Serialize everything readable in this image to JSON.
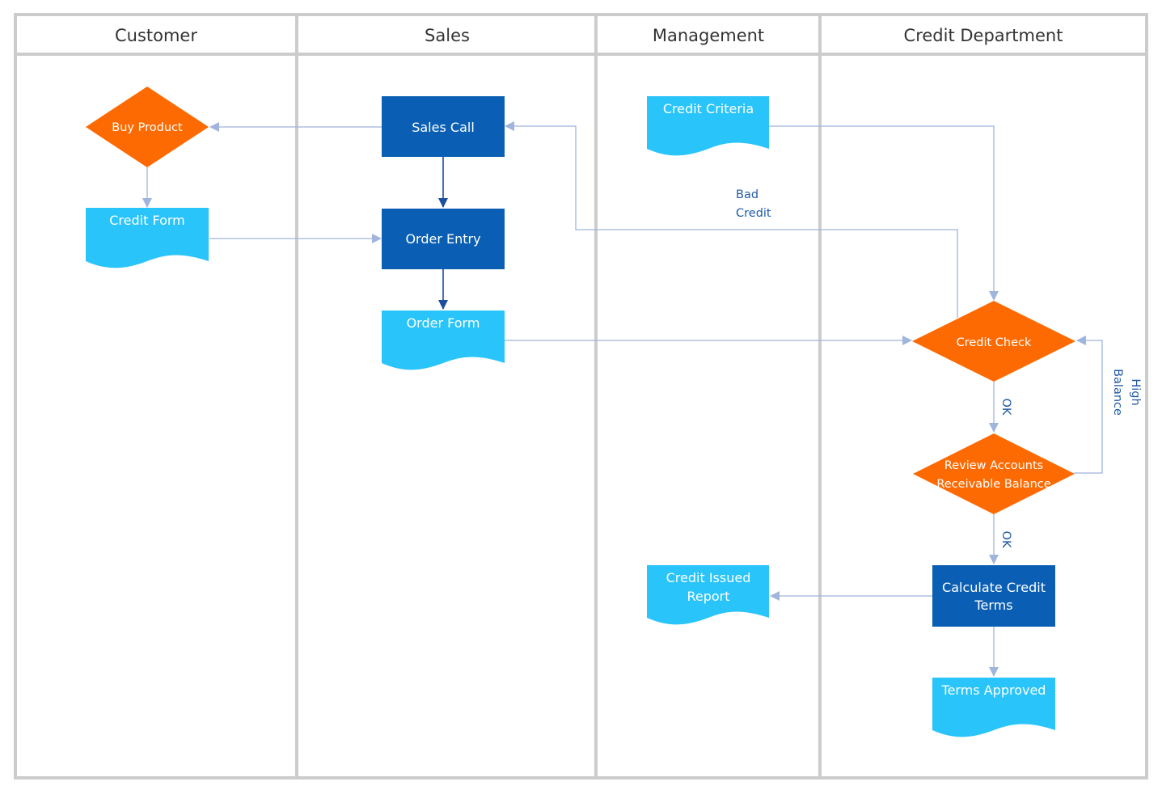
{
  "lanes": [
    {
      "title": "Customer"
    },
    {
      "title": "Sales"
    },
    {
      "title": "Management"
    },
    {
      "title": "Credit Department"
    }
  ],
  "nodes": {
    "buy_product": {
      "label": "Buy Product",
      "shape": "decision"
    },
    "credit_form": {
      "label": "Credit Form",
      "shape": "document"
    },
    "sales_call": {
      "label": "Sales Call",
      "shape": "process"
    },
    "order_entry": {
      "label": "Order Entry",
      "shape": "process"
    },
    "order_form": {
      "label": "Order Form",
      "shape": "document"
    },
    "credit_criteria": {
      "label": "Credit Criteria",
      "shape": "document"
    },
    "credit_issued_report": {
      "line1": "Credit Issued",
      "line2": "Report",
      "shape": "document"
    },
    "credit_check": {
      "label": "Credit Check",
      "shape": "decision"
    },
    "review_accounts": {
      "line1": "Review Accounts",
      "line2": "Receivable Balance",
      "shape": "decision"
    },
    "calculate_credit_terms": {
      "line1": "Calculate Credit",
      "line2": "Terms",
      "shape": "process"
    },
    "terms_approved": {
      "label": "Terms Approved",
      "shape": "document"
    }
  },
  "edge_labels": {
    "bad_credit_line1": "Bad",
    "bad_credit_line2": "Credit",
    "ok_1": "OK",
    "ok_2": "OK",
    "high_balance_line1": "High",
    "high_balance_line2": "Balance"
  },
  "colors": {
    "lane_border": "#cccccc",
    "process": "#0a5fb4",
    "document": "#29c4fa",
    "decision": "#fd6a02",
    "edge_light": "#9fb5dc",
    "edge_dark": "#1c4f9c",
    "edge_label": "#1f5aa6"
  }
}
